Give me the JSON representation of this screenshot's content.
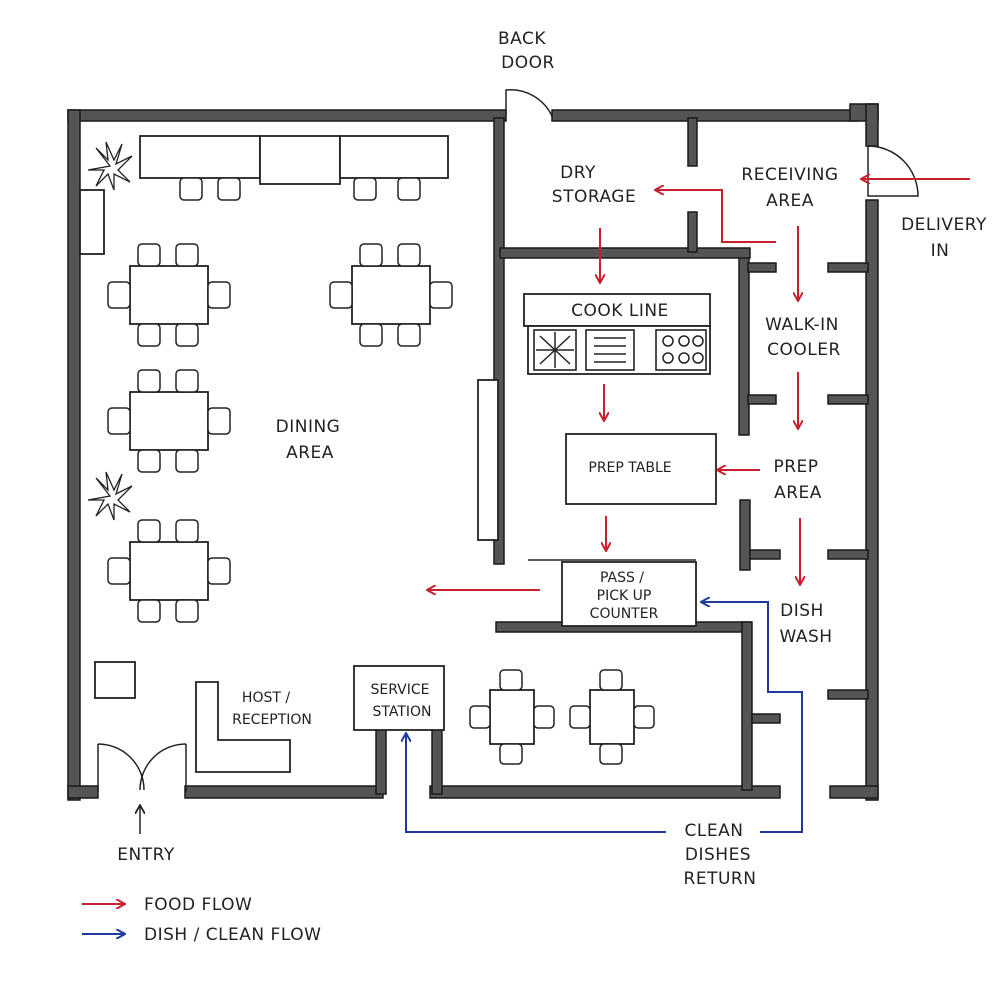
{
  "labels": {
    "back_door": [
      "BACK",
      "DOOR"
    ],
    "dry_storage": [
      "DRY",
      "STORAGE"
    ],
    "receiving_area": [
      "RECEIVING",
      "AREA"
    ],
    "delivery_in": [
      "DELIVERY",
      "IN"
    ],
    "cook_line": "COOK LINE",
    "walk_in_cooler": [
      "WALK-IN",
      "COOLER"
    ],
    "dining_area": [
      "DINING",
      "AREA"
    ],
    "prep_table": "PREP TABLE",
    "prep_area": [
      "PREP",
      "AREA"
    ],
    "pass_counter": [
      "PASS /",
      "PICK UP",
      "COUNTER"
    ],
    "dish_wash": [
      "DISH",
      "WASH"
    ],
    "host_reception": [
      "HOST /",
      "RECEPTION"
    ],
    "service_station": [
      "SERVICE",
      "STATION"
    ],
    "entry": "ENTRY",
    "clean_dishes_return": [
      "CLEAN",
      "DISHES",
      "RETURN"
    ]
  },
  "legend": {
    "food_flow": "FOOD FLOW",
    "dish_flow": "DISH / CLEAN FLOW"
  },
  "colors": {
    "food_flow": "#c8202c",
    "dish_flow": "#1f3a9a",
    "ink": "#222222",
    "wall": "#555555"
  }
}
